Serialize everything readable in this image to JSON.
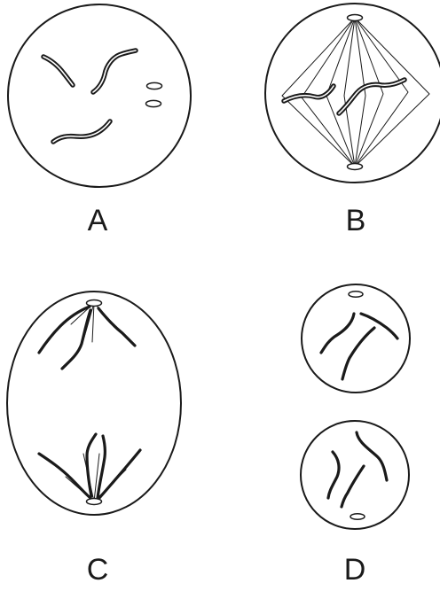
{
  "labels": {
    "a": "A",
    "b": "B",
    "c": "C",
    "d": "D"
  },
  "colors": {
    "stroke": "#1a1a1a",
    "background": "#ffffff"
  }
}
